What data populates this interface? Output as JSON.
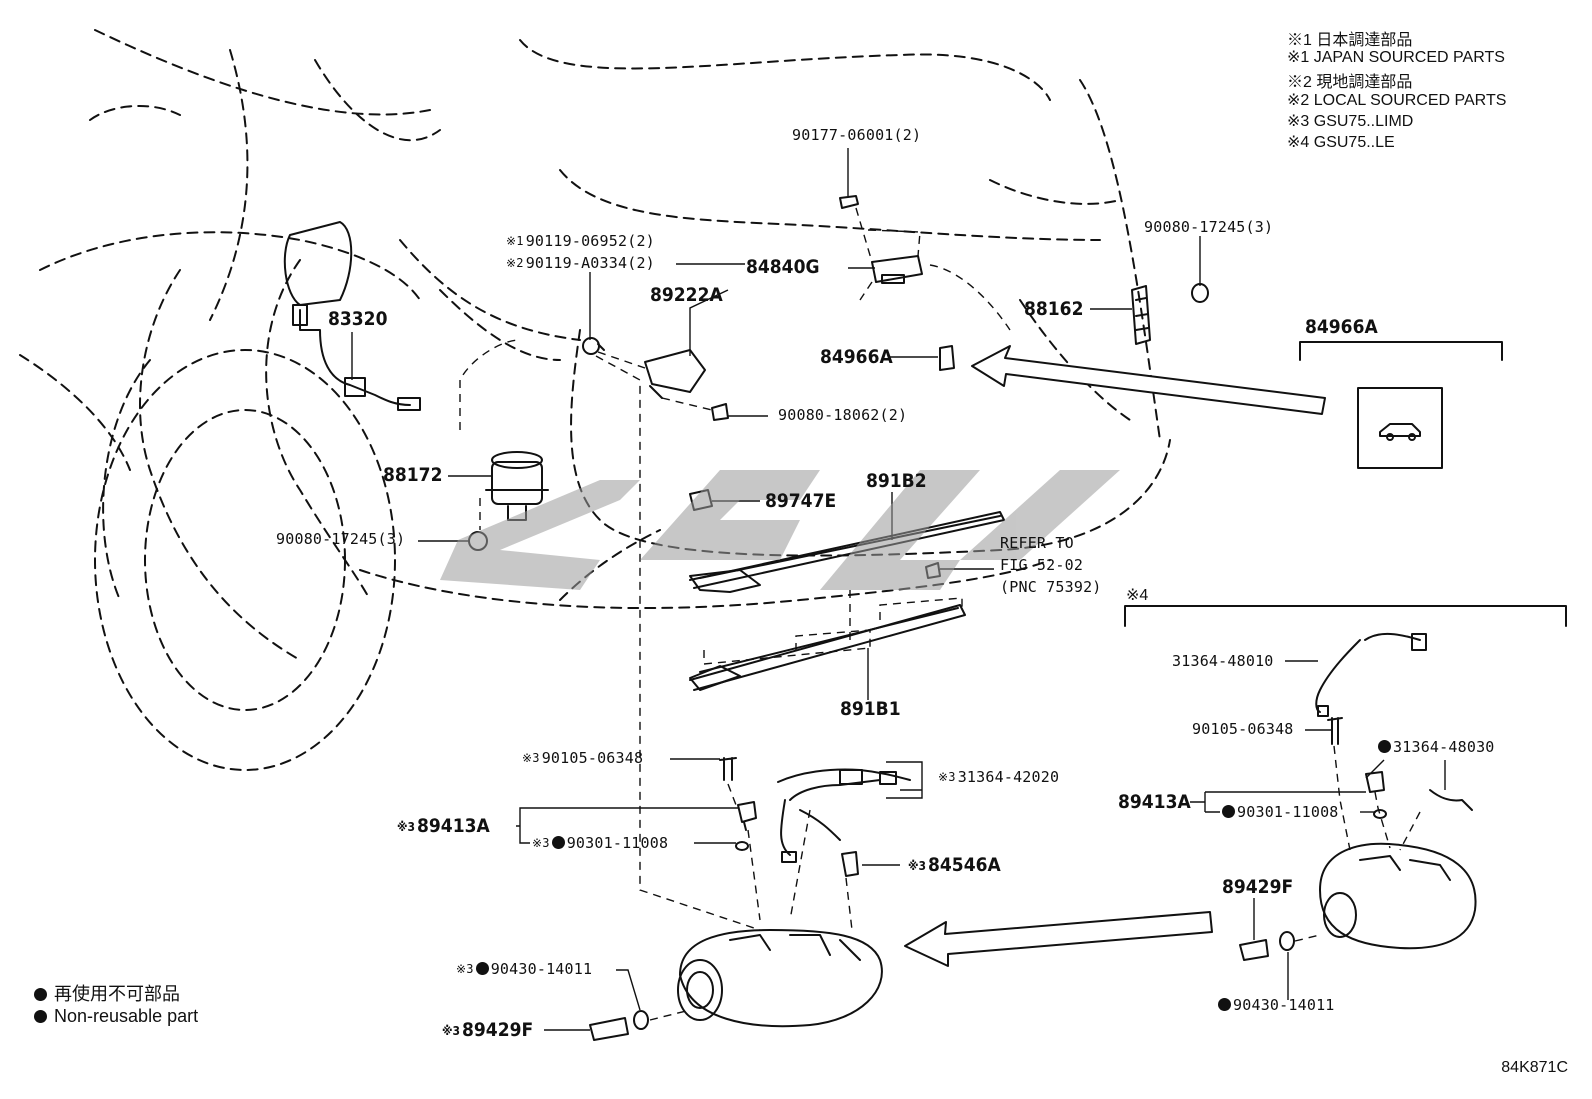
{
  "notes": [
    "※1 日本調達部品",
    "※1 JAPAN SOURCED PARTS",
    "※2 現地調達部品",
    "※2 LOCAL SOURCED PARTS",
    "※3 GSU75..LIMD",
    "※4 GSU75..LE"
  ],
  "labels": {
    "p90177": "90177-06001(2)",
    "p90119a": "90119-06952(2)",
    "p90119b": "90119-A0334(2)",
    "p84840G": "84840G",
    "p89222A": "89222A",
    "p83320": "83320",
    "p88162": "88162",
    "p90080a": "90080-17245(3)",
    "p84966A_main": "84966A",
    "p84966A_inset": "84966A",
    "p90080b": "90080-18062(2)",
    "p88172": "88172",
    "p90080c": "90080-17245(3)",
    "p89747E": "89747E",
    "p891B2": "891B2",
    "refer1": "REFER TO",
    "refer2": "FIG 52-02",
    "refer3": "(PNC 75392)",
    "p891B1": "891B1",
    "x4": "※4",
    "p31364_48010": "31364-48010",
    "p90105_r": "90105-06348",
    "p31364_48030": "31364-48030",
    "p89413A_r": "89413A",
    "p90301_r": "90301-11008",
    "p89429F_r": "89429F",
    "p90430_r": "90430-14011",
    "p90105_l": "90105-06348",
    "p31364_42020": "31364-42020",
    "p89413A_l": "89413A",
    "p90301_l": "90301-11008",
    "p84546A": "84546A",
    "p90430_l": "90430-14011",
    "p89429F_l": "89429F",
    "mark1": "※1",
    "mark2": "※2",
    "mark3": "※3"
  },
  "legend": [
    "再使用不可部品",
    "Non-reusable part"
  ],
  "figure_code": "84K871C"
}
